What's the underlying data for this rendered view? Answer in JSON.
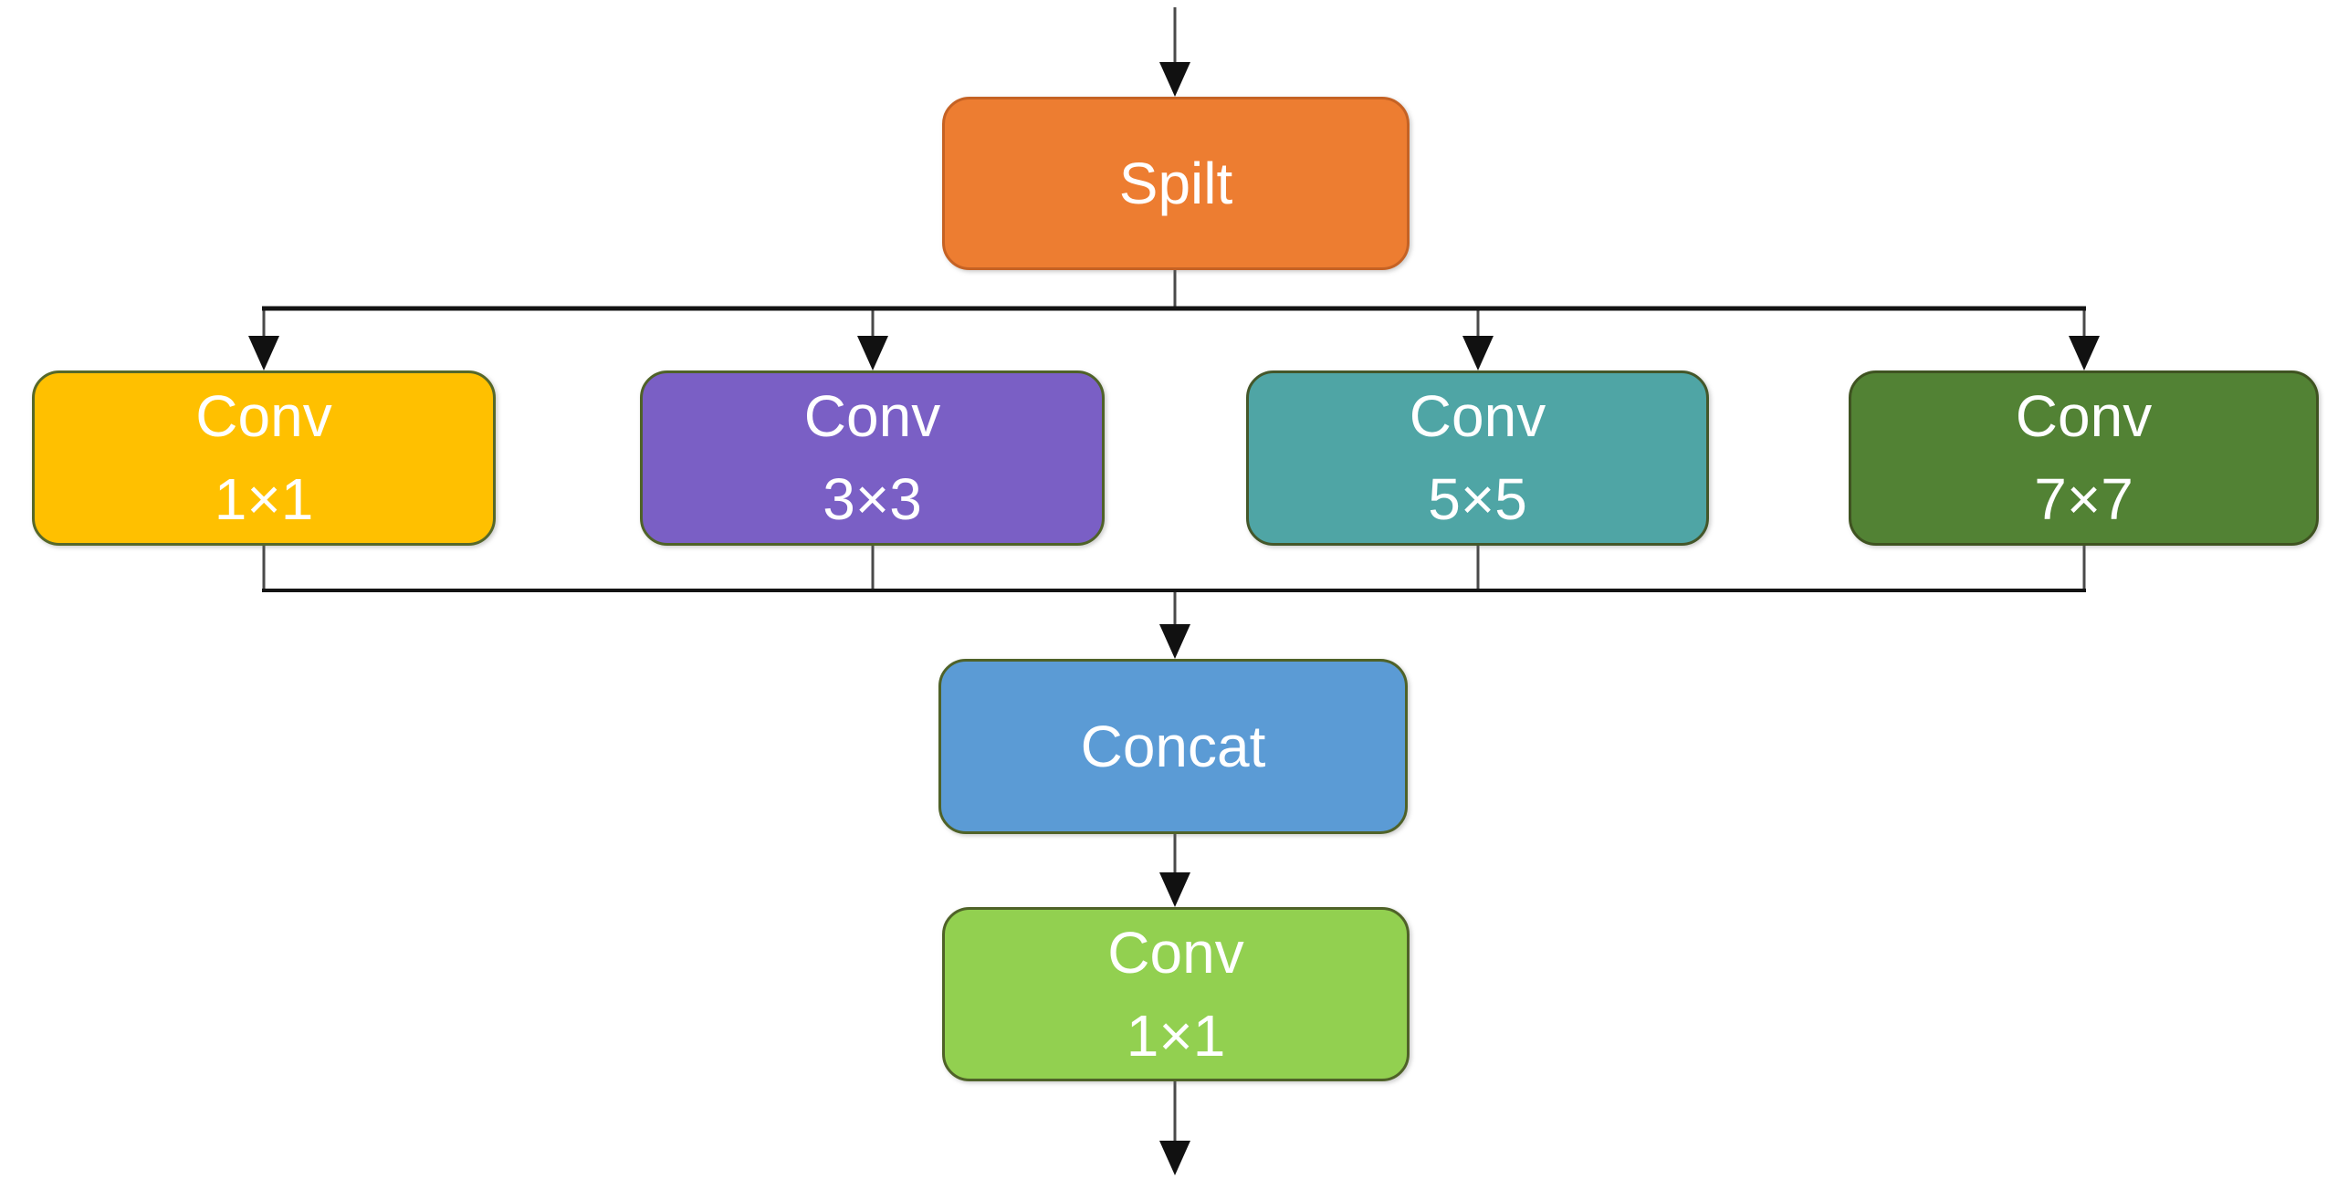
{
  "diagram": {
    "background": "#ffffff",
    "text_color": "#ffffff",
    "connector_color": "#1a1a1a",
    "nodes": {
      "split": {
        "line1": "Spilt",
        "fill": "#ED7D31",
        "border": "#C56224"
      },
      "conv1x1": {
        "line1": "Conv",
        "line2": "1×1",
        "fill": "#FFC000",
        "border": "#56682A"
      },
      "conv3x3": {
        "line1": "Conv",
        "line2": "3×3",
        "fill": "#7A5FC5",
        "border": "#4F6228"
      },
      "conv5x5": {
        "line1": "Conv",
        "line2": "5×5",
        "fill": "#4FA5A5",
        "border": "#44572A"
      },
      "conv7x7": {
        "line1": "Conv",
        "line2": "7×7",
        "fill": "#528234",
        "border": "#3F5321"
      },
      "concat": {
        "line1": "Concat",
        "fill": "#5B9BD5",
        "border": "#4F6228"
      },
      "conv_out": {
        "line1": "Conv",
        "line2": "1×1",
        "fill": "#92D050",
        "border": "#4F6228"
      }
    },
    "edges": [
      {
        "from": "input",
        "to": "split"
      },
      {
        "from": "split",
        "to": "conv1x1"
      },
      {
        "from": "split",
        "to": "conv3x3"
      },
      {
        "from": "split",
        "to": "conv5x5"
      },
      {
        "from": "split",
        "to": "conv7x7"
      },
      {
        "from": "conv1x1",
        "to": "concat"
      },
      {
        "from": "conv3x3",
        "to": "concat"
      },
      {
        "from": "conv5x5",
        "to": "concat"
      },
      {
        "from": "conv7x7",
        "to": "concat"
      },
      {
        "from": "concat",
        "to": "conv_out"
      },
      {
        "from": "conv_out",
        "to": "output"
      }
    ]
  }
}
